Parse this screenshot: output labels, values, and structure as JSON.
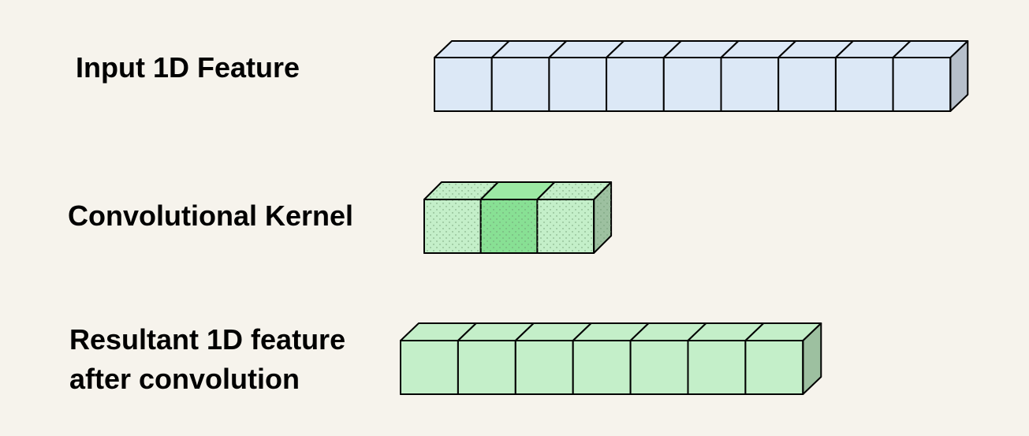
{
  "labels": {
    "input": "Input 1D Feature",
    "kernel": "Convolutional Kernel",
    "result_line1": "Resultant 1D feature",
    "result_line2": "after convolution"
  },
  "rows": {
    "input": {
      "cells": 9
    },
    "kernel": {
      "cells": 3,
      "highlight_index": 1
    },
    "result": {
      "cells": 7
    }
  },
  "colors": {
    "background": "#f6f3ec",
    "input_front": "#dce8f6",
    "input_top": "#dce8f6",
    "input_side": "#b6bfca",
    "kernel_front": "#c4efc9",
    "kernel_top": "#c4efc9",
    "kernel_side": "#9dc0a0",
    "kernel_highlight": "#88e094",
    "kernel_highlight_top": "#9ce9a4",
    "result_front": "#c4efc9",
    "result_top": "#c4efc9",
    "result_side": "#9dc0a0",
    "stroke": "#000000"
  }
}
